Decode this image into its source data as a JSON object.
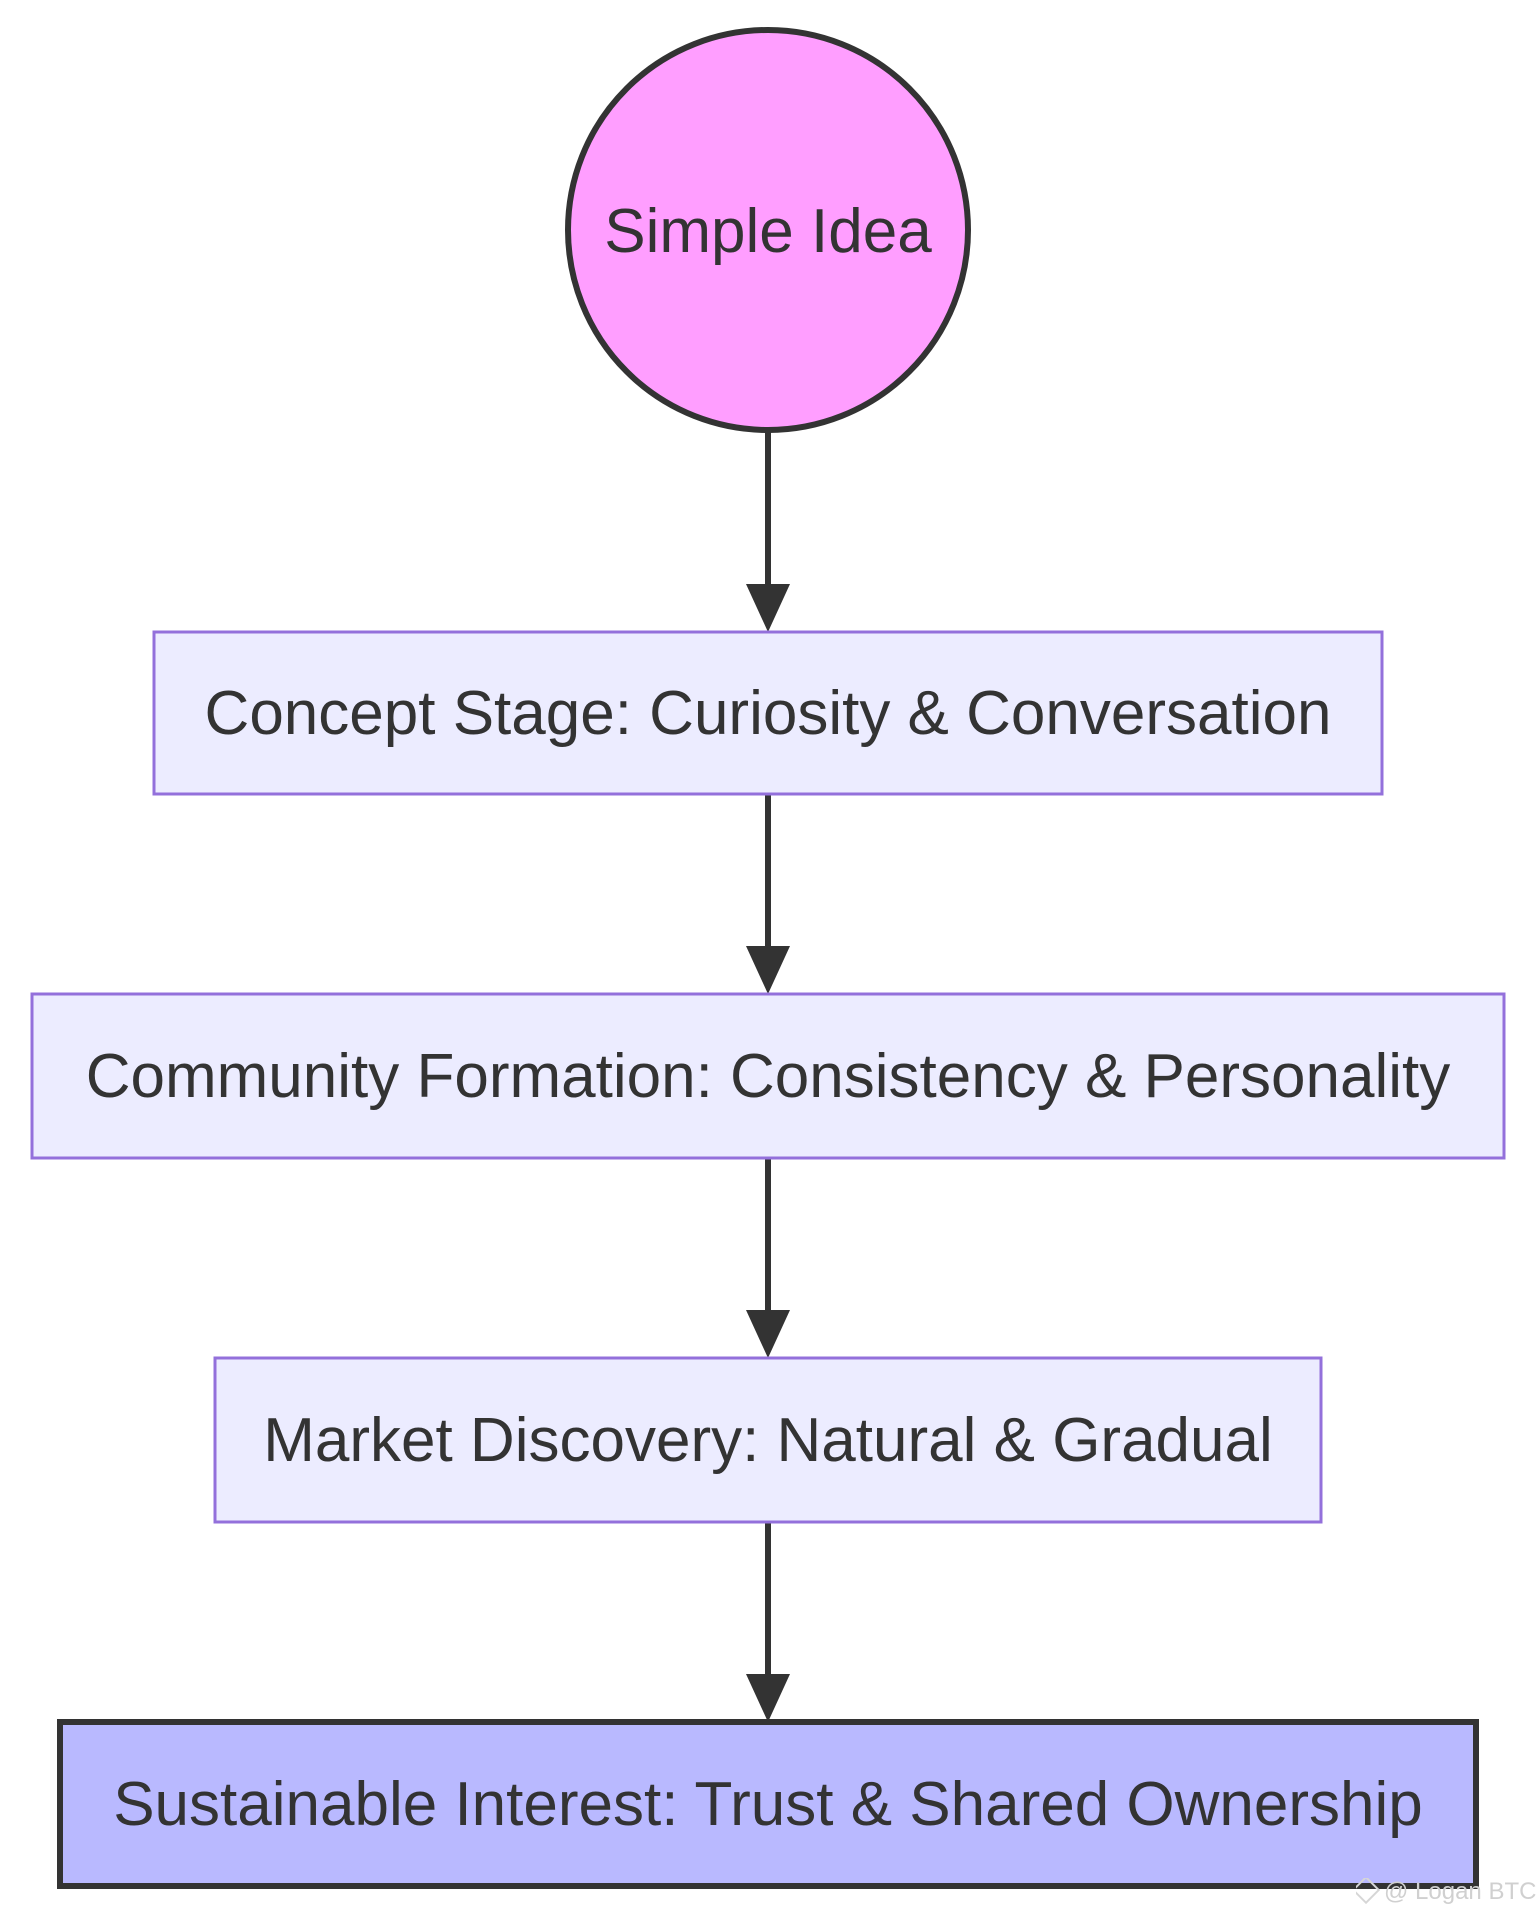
{
  "diagram": {
    "nodes": [
      {
        "id": "simple-idea",
        "label": "Simple Idea",
        "shape": "circle",
        "fill": "#ff9eff",
        "stroke": "#333333"
      },
      {
        "id": "concept-stage",
        "label": "Concept Stage: Curiosity & Conversation",
        "shape": "rect",
        "fill": "#ececff",
        "stroke": "#9370db"
      },
      {
        "id": "community-formation",
        "label": "Community Formation: Consistency & Personality",
        "shape": "rect",
        "fill": "#ececff",
        "stroke": "#9370db"
      },
      {
        "id": "market-discovery",
        "label": "Market Discovery: Natural & Gradual",
        "shape": "rect",
        "fill": "#ececff",
        "stroke": "#9370db"
      },
      {
        "id": "sustainable-interest",
        "label": "Sustainable Interest: Trust & Shared Ownership",
        "shape": "rect",
        "fill": "#b9b9ff",
        "stroke": "#333333"
      }
    ],
    "edges": [
      {
        "from": "simple-idea",
        "to": "concept-stage"
      },
      {
        "from": "concept-stage",
        "to": "community-formation"
      },
      {
        "from": "community-formation",
        "to": "market-discovery"
      },
      {
        "from": "market-discovery",
        "to": "sustainable-interest"
      }
    ],
    "edge_color": "#333333",
    "text_color": "#333333"
  },
  "watermark": {
    "text": "@ Logan BTC",
    "icon": "diamond-logo-icon"
  }
}
